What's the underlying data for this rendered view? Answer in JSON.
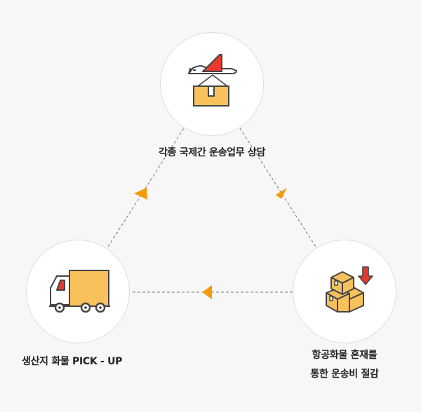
{
  "nodes": [
    {
      "id": "air",
      "label": "각종 국제간 운송업무 상담",
      "icon": "airplane-box-icon"
    },
    {
      "id": "consolidation",
      "label_line1": "항공화물 혼재를",
      "label_line2": "통한 운송비 절감",
      "icon": "stacked-boxes-down-arrow-icon"
    },
    {
      "id": "pickup",
      "label": "생산지 화물 PICK - UP",
      "icon": "truck-icon"
    }
  ],
  "colors": {
    "background": "#f7f7f7",
    "circle_fill": "#ffffff",
    "circle_border": "#dedede",
    "icon_outline": "#444444",
    "box_fill": "#f8c15c",
    "accent_red": "#e63a2e",
    "arrow_orange": "#f39b0d",
    "connector": "#777777"
  }
}
